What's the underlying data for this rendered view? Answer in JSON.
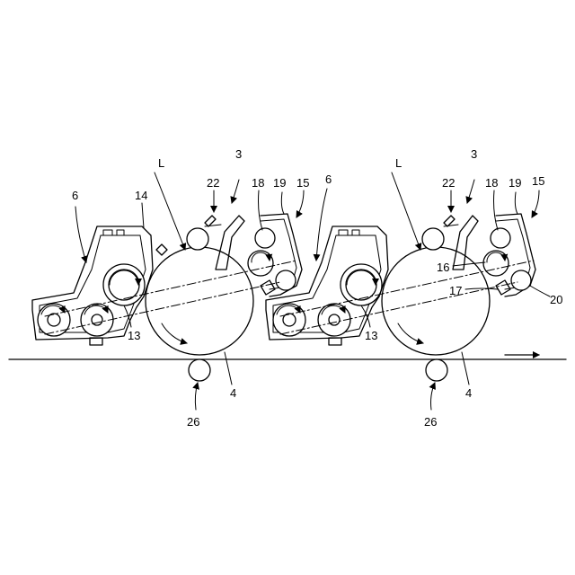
{
  "diagram": {
    "labels": {
      "l_left": "L",
      "l_right": "L",
      "n3_left": "3",
      "n3_right": "3",
      "n4_left": "4",
      "n4_right": "4",
      "n6_left": "6",
      "n6_mid": "6",
      "n13_left": "13",
      "n13_right": "13",
      "n14": "14",
      "n15_left": "15",
      "n15_right": "15",
      "n16": "16",
      "n17": "17",
      "n18_left": "18",
      "n18_right": "18",
      "n19_left": "19",
      "n19_right": "19",
      "n20": "20",
      "n22_left": "22",
      "n22_right": "22",
      "n26_left": "26",
      "n26_right": "26"
    },
    "stroke_color": "#000000",
    "background_color": "#ffffff"
  }
}
